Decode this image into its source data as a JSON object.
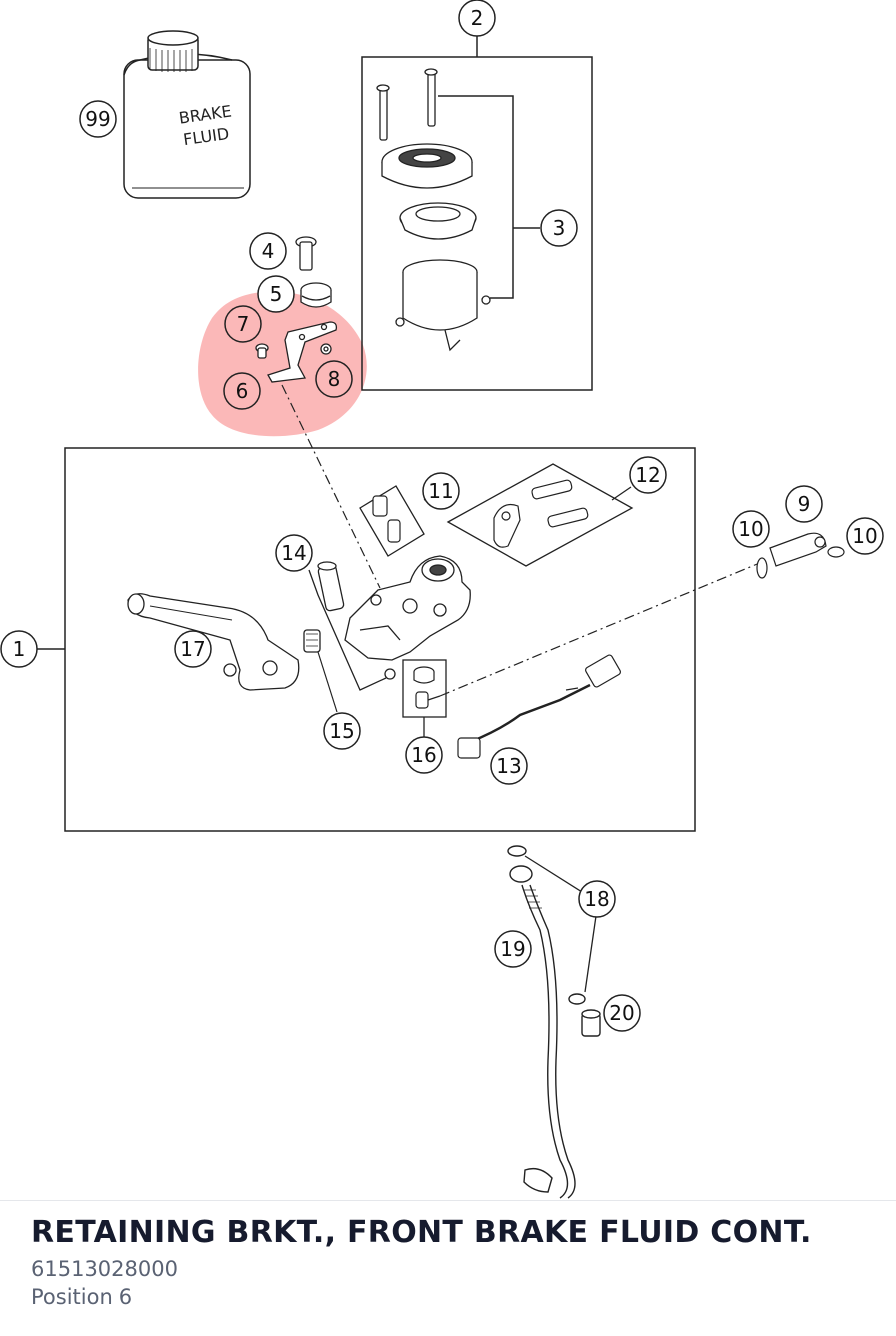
{
  "diagram": {
    "callouts": [
      {
        "id": "c1",
        "label": "1"
      },
      {
        "id": "c2",
        "label": "2"
      },
      {
        "id": "c3",
        "label": "3"
      },
      {
        "id": "c4",
        "label": "4"
      },
      {
        "id": "c5",
        "label": "5"
      },
      {
        "id": "c6",
        "label": "6"
      },
      {
        "id": "c7",
        "label": "7"
      },
      {
        "id": "c8",
        "label": "8"
      },
      {
        "id": "c9",
        "label": "9"
      },
      {
        "id": "c10a",
        "label": "10"
      },
      {
        "id": "c10b",
        "label": "10"
      },
      {
        "id": "c11",
        "label": "11"
      },
      {
        "id": "c12",
        "label": "12"
      },
      {
        "id": "c13",
        "label": "13"
      },
      {
        "id": "c14",
        "label": "14"
      },
      {
        "id": "c15",
        "label": "15"
      },
      {
        "id": "c16",
        "label": "16"
      },
      {
        "id": "c17",
        "label": "17"
      },
      {
        "id": "c18",
        "label": "18"
      },
      {
        "id": "c19",
        "label": "19"
      },
      {
        "id": "c20",
        "label": "20"
      },
      {
        "id": "c99",
        "label": "99"
      }
    ],
    "can_label_line1": "BRAKE",
    "can_label_line2": "FLUID",
    "highlight_color": "#f87171"
  },
  "part": {
    "title": "RETAINING BRKT., FRONT BRAKE FLUID CONT.",
    "number": "61513028000",
    "position_label": "Position",
    "position_value": "6"
  }
}
